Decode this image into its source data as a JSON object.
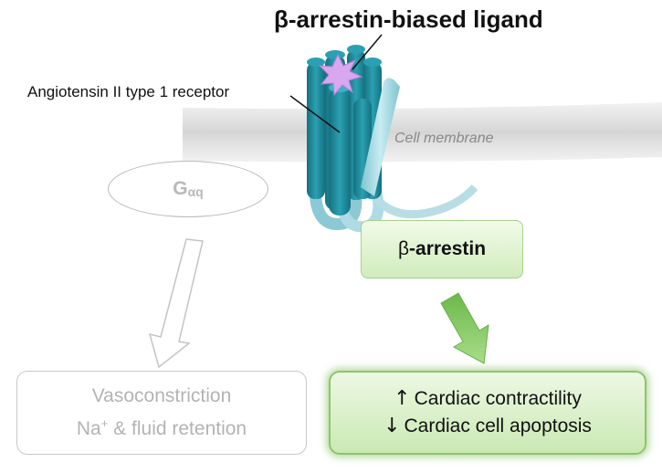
{
  "title": {
    "symbol": "β",
    "text": "-arrestin-biased ligand"
  },
  "receptor_label": "Angiotensin II type 1 receptor",
  "membrane_label": "Cell membrane",
  "g_protein": {
    "main": "G",
    "subscript": "αq"
  },
  "beta_arrestin": {
    "symbol": "β",
    "text": "-arrestin"
  },
  "left_outcome": {
    "line1": "Vasoconstriction",
    "line2_prefix": "Na",
    "line2_sup": "+",
    "line2_suffix": " & fluid retention"
  },
  "right_outcome": {
    "line1_arrow": "↑",
    "line1_text": "Cardiac contractility",
    "line2_arrow": "↓",
    "line2_text": "Cardiac cell apoptosis"
  },
  "colors": {
    "receptor_teal": "#1f8a9c",
    "receptor_light": "#9ed3dd",
    "ligand_purple": "#c98ce6",
    "membrane_gray": "#dcdcdc",
    "arrestin_green": "#d0ecbc",
    "active_arrow_green": "#7cc45a",
    "inactive_gray": "#c8c8c8"
  }
}
